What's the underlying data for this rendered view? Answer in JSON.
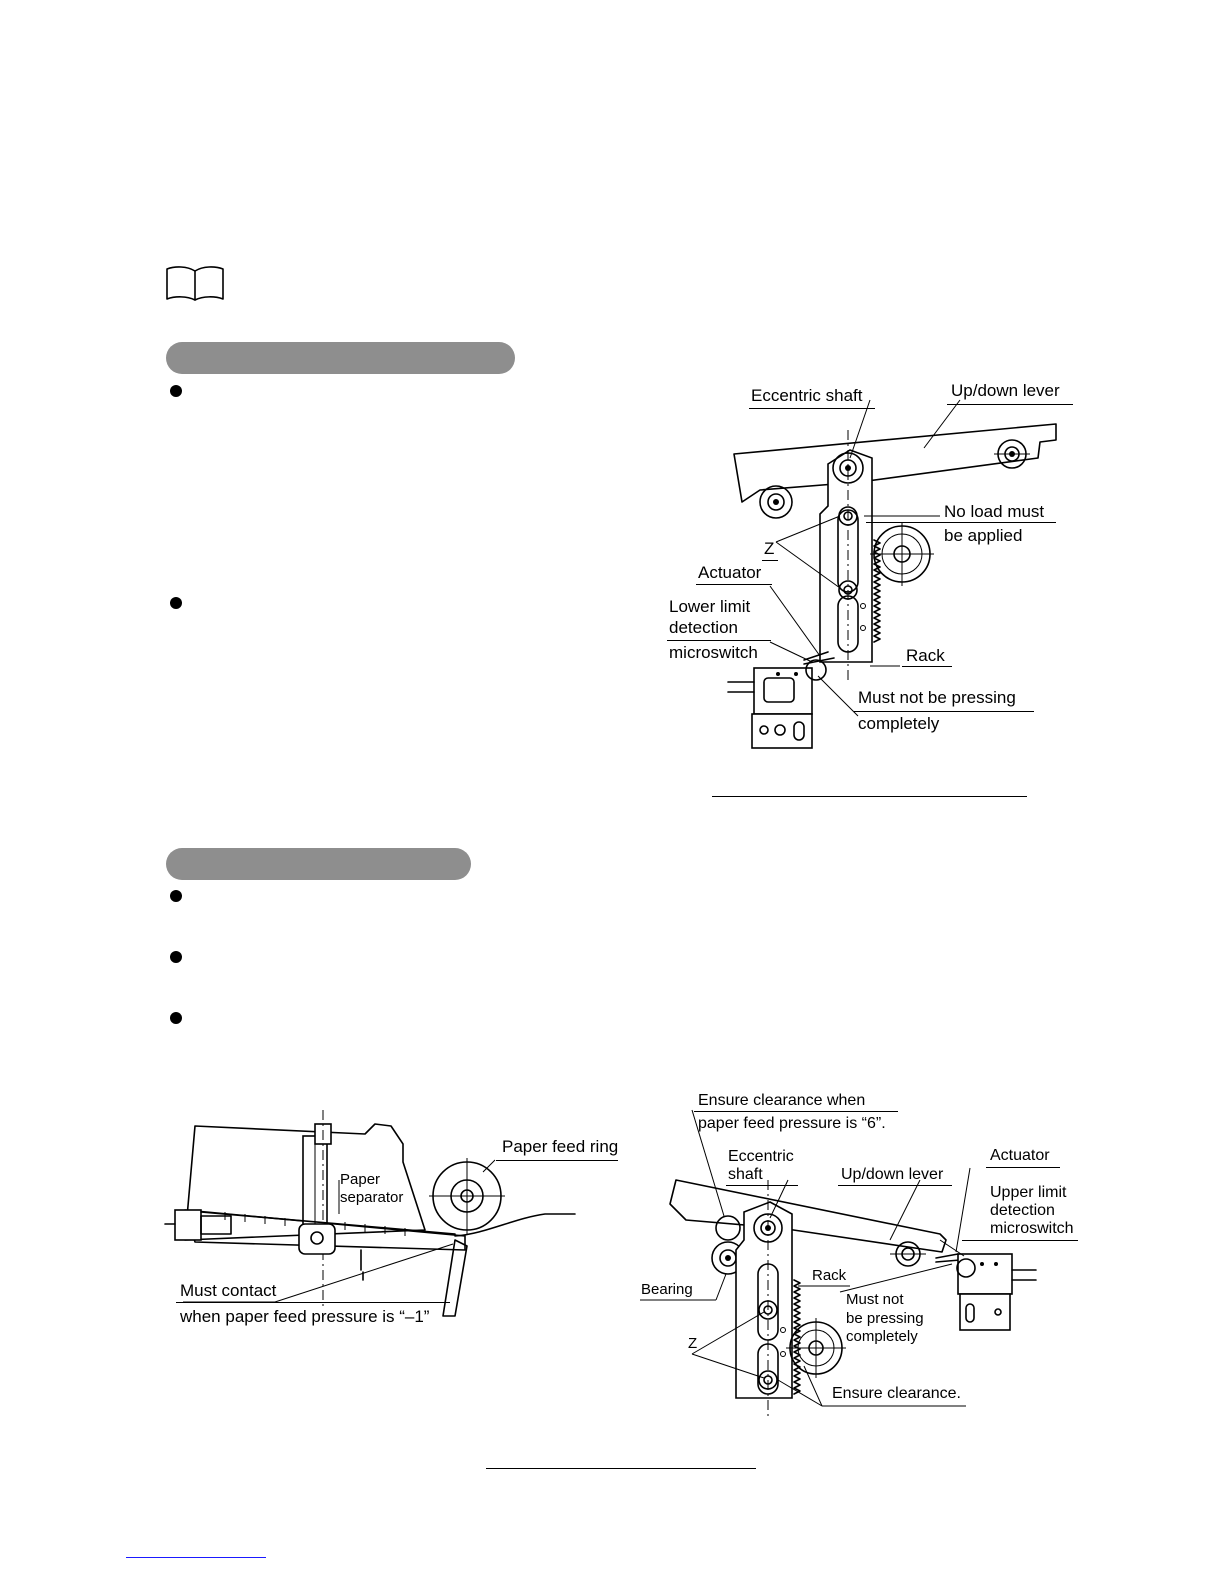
{
  "icons": {
    "manual_icon": "open-book-icon"
  },
  "colors": {
    "section_pill": "#8e8e8e",
    "footer_link": "#1a1aff"
  },
  "figure1": {
    "labels": {
      "eccentric_shaft": "Eccentric shaft",
      "updown_lever": "Up/down lever",
      "no_load_1": "No load must",
      "no_load_2": "be applied",
      "z": "Z",
      "actuator": "Actuator",
      "lower_limit_1": "Lower limit",
      "lower_limit_2": "detection",
      "lower_limit_3": "microswitch",
      "rack": "Rack",
      "must_not_1": "Must not be pressing",
      "must_not_2": "completely"
    }
  },
  "figure2": {
    "labels": {
      "paper_feed_ring": "Paper feed ring",
      "paper_separator_1": "Paper",
      "paper_separator_2": "separator",
      "must_contact_1": "Must contact",
      "must_contact_2": "when paper feed pressure is “–1”"
    }
  },
  "figure3": {
    "labels": {
      "ensure_clearance_1": "Ensure clearance when",
      "ensure_clearance_2": "paper feed pressure is “6”.",
      "eccentric_1": "Eccentric",
      "eccentric_2": "shaft",
      "updown_lever": "Up/down lever",
      "actuator": "Actuator",
      "upper_limit_1": "Upper limit",
      "upper_limit_2": "detection",
      "upper_limit_3": "microswitch",
      "bearing": "Bearing",
      "rack": "Rack",
      "must_not_1": "Must not",
      "must_not_2": "be pressing",
      "must_not_3": "completely",
      "z": "Z",
      "ensure_clearance_bottom": "Ensure clearance."
    }
  }
}
